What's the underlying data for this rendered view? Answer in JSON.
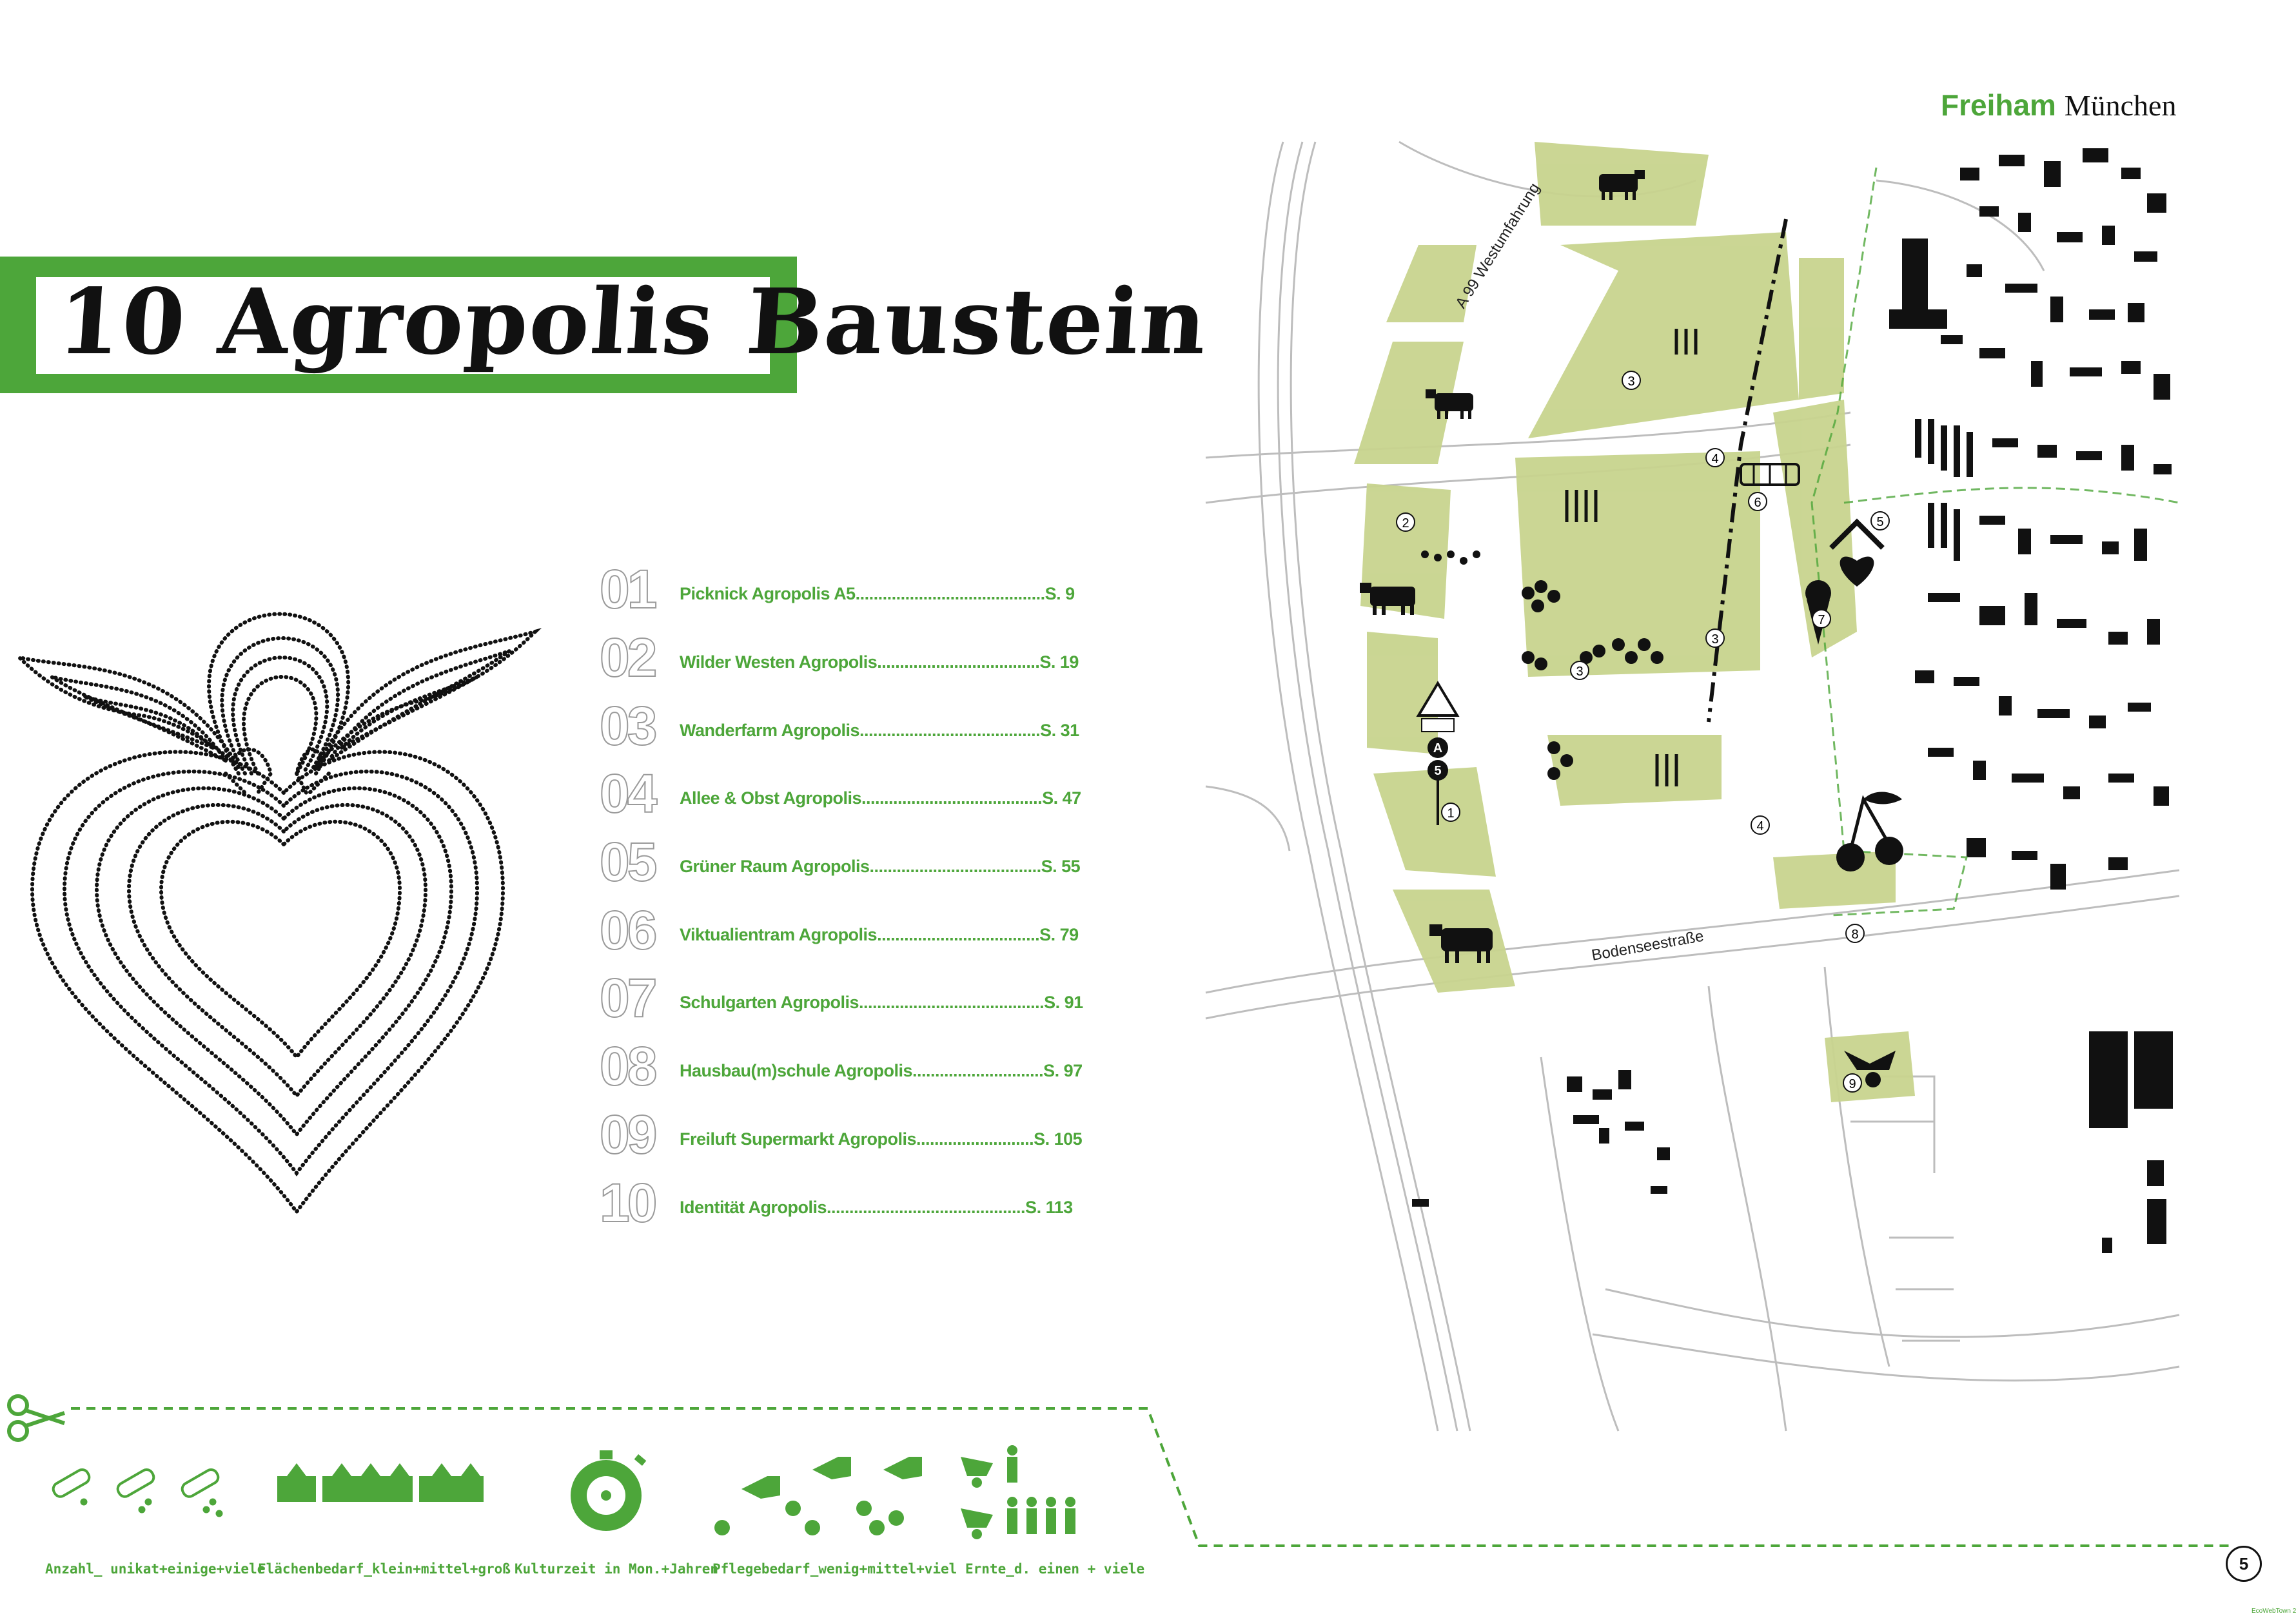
{
  "header": {
    "city_green": "Freiham",
    "city_dark": "München"
  },
  "title": "10 Agropolis Bausteine",
  "toc": [
    {
      "num": "01",
      "label": "Picknick Agropolis A5..........................................S. 9"
    },
    {
      "num": "02",
      "label": "Wilder Westen Agropolis....................................S. 19"
    },
    {
      "num": "03",
      "label": "Wanderfarm Agropolis........................................S. 31"
    },
    {
      "num": "04",
      "label": "Allee & Obst Agropolis........................................S. 47"
    },
    {
      "num": "05",
      "label": "Grüner Raum Agropolis......................................S. 55"
    },
    {
      "num": "06",
      "label": "Viktualientram Agropolis....................................S. 79"
    },
    {
      "num": "07",
      "label": "Schulgarten Agropolis.........................................S. 91"
    },
    {
      "num": "08",
      "label": "Hausbau(m)schule Agropolis.............................S. 97"
    },
    {
      "num": "09",
      "label": "Freiluft Supermarkt Agropolis..........................S. 105"
    },
    {
      "num": "10",
      "label": "Identität Agropolis............................................S. 113"
    }
  ],
  "legend": {
    "anzahl": "Anzahl_ unikat+einige+viele",
    "flaeche": "Flächenbedarf_klein+mittel+groß",
    "kultur": "Kulturzeit in Mon.+Jahren",
    "pflege": "Pflegebedarf_wenig+mittel+viel",
    "ernte": "Ernte_d. einen + viele"
  },
  "map": {
    "road_a99": "A 99 Westumfahrung",
    "road_bodensee": "Bodenseestraße",
    "markers": [
      "1",
      "2",
      "3",
      "3",
      "3",
      "4",
      "4",
      "5",
      "6",
      "7",
      "8",
      "9"
    ],
    "sign_a": "A",
    "sign_5": "5"
  },
  "page_number": "5",
  "footer_credit": "EcoWebTown 2",
  "colors": {
    "accent_green": "#4da63a",
    "field_green": "#c8d48e"
  }
}
